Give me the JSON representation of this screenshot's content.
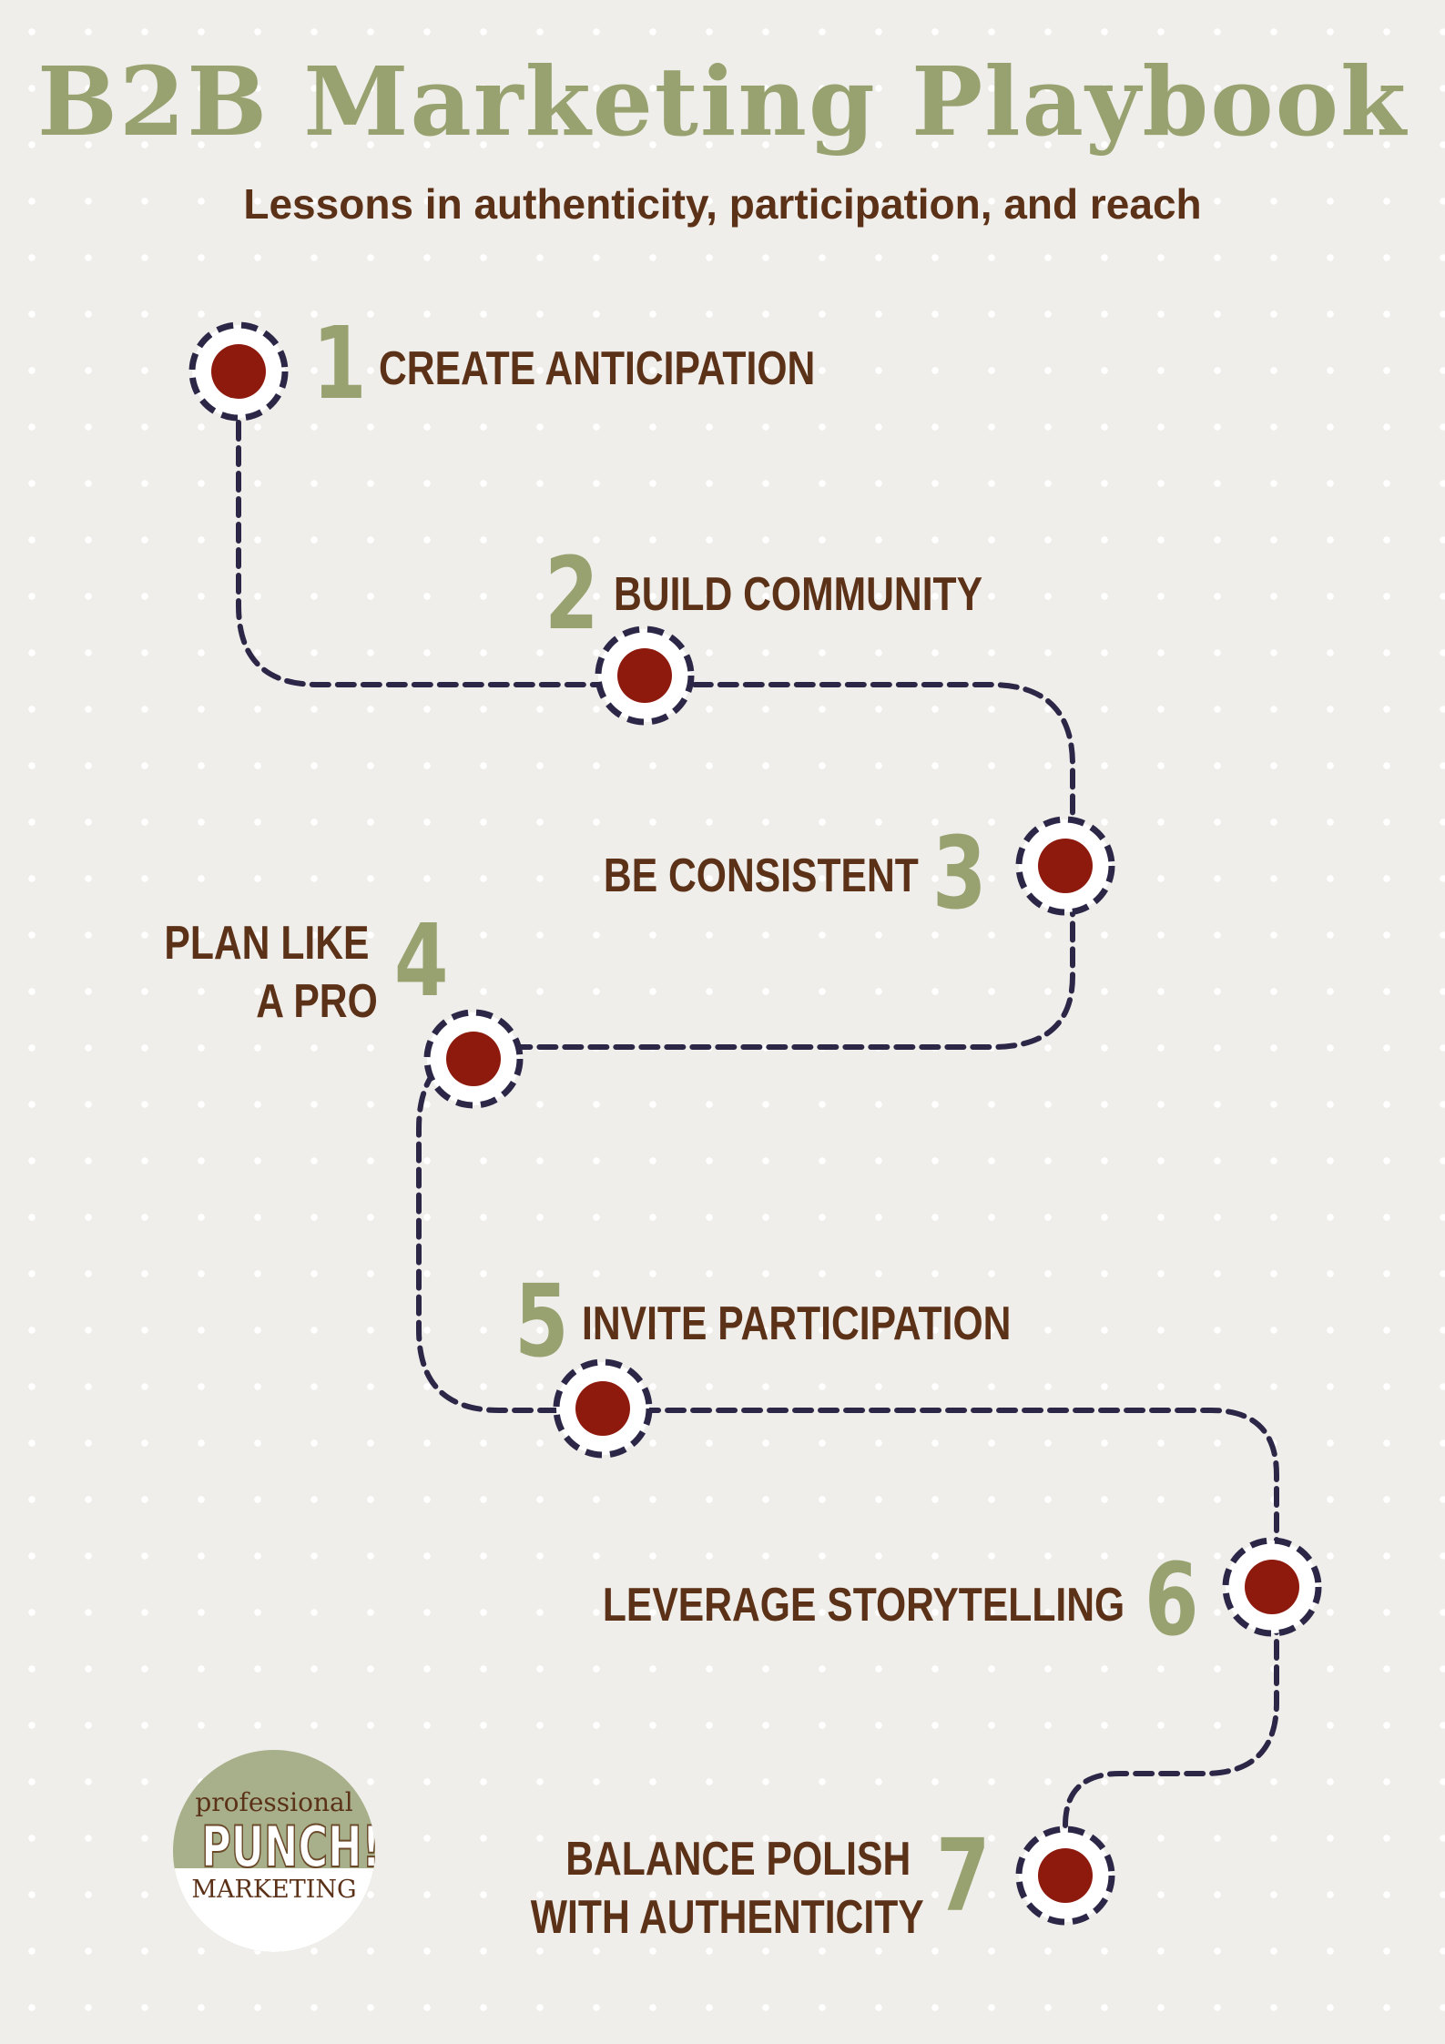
{
  "title": "B2B Marketing Playbook",
  "subtitle": "Lessons in authenticity, participation, and reach",
  "colors": {
    "background": "#f0eeea",
    "title": "#98a270",
    "text": "#5b3118",
    "node": "#8e1a0e",
    "path": "#2c2747"
  },
  "steps": [
    {
      "number": "1",
      "label": "CREATE ANTICIPATION"
    },
    {
      "number": "2",
      "label": "BUILD COMMUNITY"
    },
    {
      "number": "3",
      "label": "BE CONSISTENT"
    },
    {
      "number": "4",
      "label_line1": "PLAN LIKE",
      "label_line2": "A PRO"
    },
    {
      "number": "5",
      "label": "INVITE PARTICIPATION"
    },
    {
      "number": "6",
      "label": "LEVERAGE STORYTELLING"
    },
    {
      "number": "7",
      "label_line1": "BALANCE POLISH",
      "label_line2": "WITH AUTHENTICITY"
    }
  ],
  "logo": {
    "line1": "professional",
    "line2": "PUNCH!",
    "line3": "MARKETING"
  }
}
